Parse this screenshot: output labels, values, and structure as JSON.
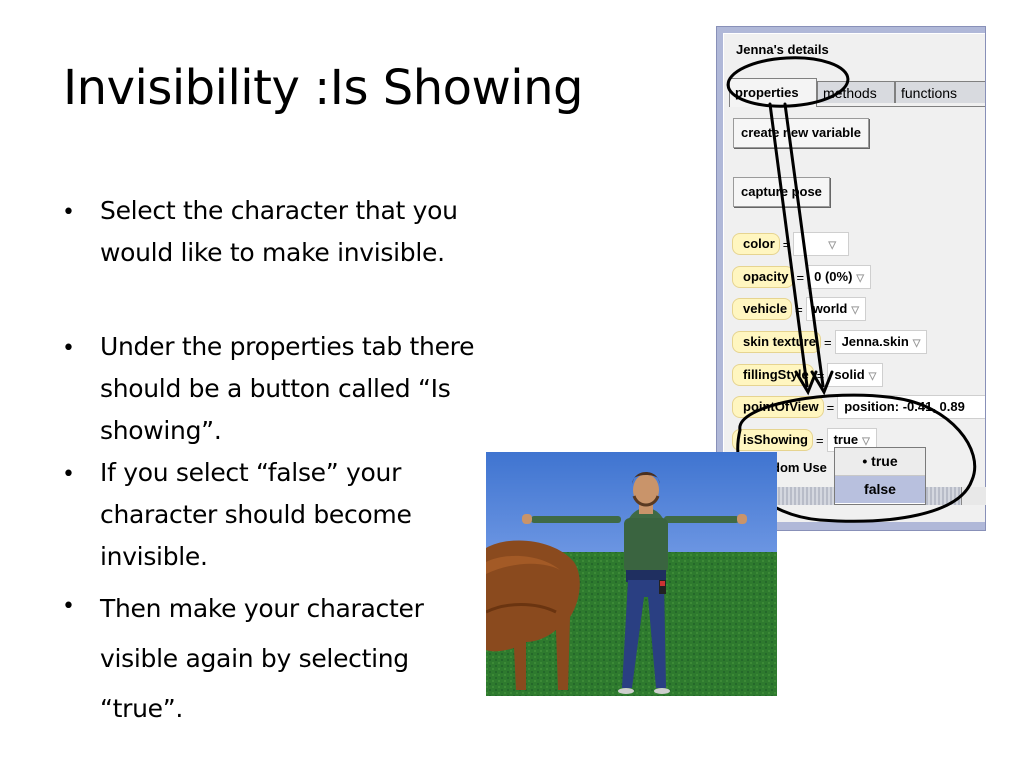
{
  "slide": {
    "title": "Invisibility :Is Showing",
    "bullets": [
      "Select the character that you would like to make invisible.",
      "Under the properties tab there should be a button called “Is showing”.",
      "If you select “false” your character should become invisible.",
      "Then make your character visible again by selecting “true”."
    ],
    "bullet_glyph": "•"
  },
  "panel": {
    "title": "Jenna's details",
    "tabs": [
      "properties",
      "methods",
      "functions"
    ],
    "buttons": {
      "create_variable": "create new variable",
      "capture_pose": "capture pose"
    },
    "equals": "=",
    "caret": "▽",
    "properties": [
      {
        "name": "color",
        "value": ""
      },
      {
        "name": "opacity",
        "value": "0 (0%)"
      },
      {
        "name": "vehicle",
        "value": "world"
      },
      {
        "name": "skin texture",
        "value": "Jenna.skin"
      },
      {
        "name": "fillingStyle",
        "value": "solid"
      },
      {
        "name": "pointOfView",
        "value": "position: -0.41, 0.89"
      },
      {
        "name": "isShowing",
        "value": "true"
      }
    ],
    "partial_label": "dom Use",
    "dropdown": {
      "options": [
        "• true",
        "false"
      ],
      "selected": "true",
      "hovered": "false"
    }
  },
  "colors": {
    "panel_frame": "#b0b8d8",
    "property_tile": "#fff6c0",
    "dropdown_hover": "#b8c0de",
    "sky": "#4a7ed8",
    "grass": "#2e7a2e"
  }
}
